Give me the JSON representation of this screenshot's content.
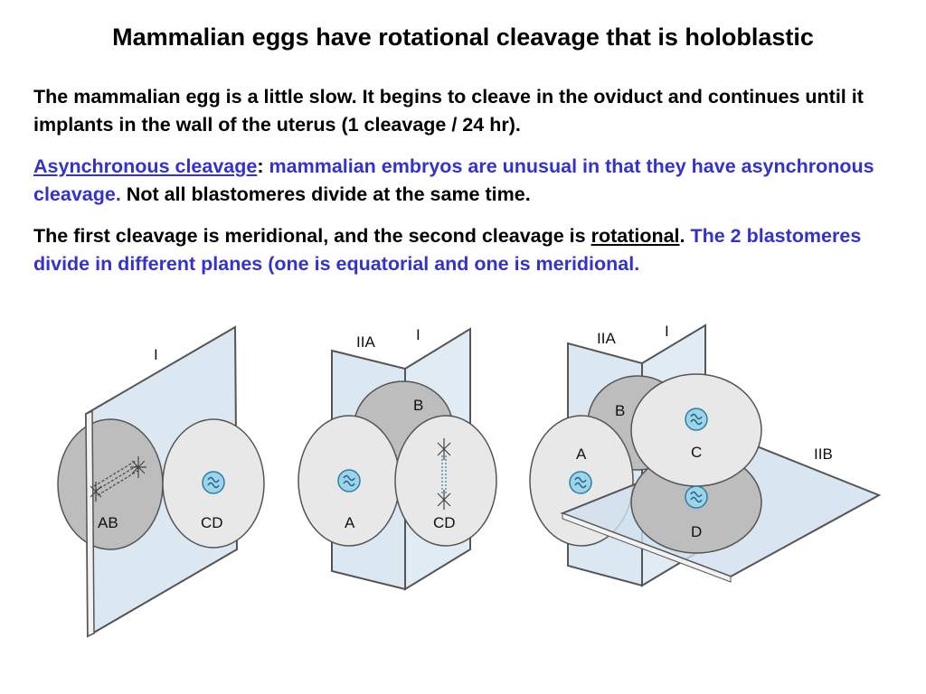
{
  "title": "Mammalian eggs have rotational cleavage that is holoblastic",
  "paragraph1": "The mammalian egg is a little slow. It begins to cleave in the oviduct and continues until it implants in the wall of the uterus (1 cleavage / 24 hr).",
  "paragraph2": {
    "term": "Asynchronous cleavage",
    "colon": ":",
    "blue_text": " mammalian embryos are unusual in that they have asynchronous cleavage.",
    "black_text": " Not all blastomeres divide at the same time."
  },
  "paragraph3": {
    "text_before": "The first cleavage is meridional, and the second cleavage is ",
    "term": "rotational",
    "period": ".",
    "blue_text": " The 2 blastomeres divide in different planes (one is equatorial and one is meridional."
  },
  "diagram": {
    "panel1": {
      "plane": "I",
      "cell_left": "AB",
      "cell_right": "CD"
    },
    "panel2": {
      "plane_a": "IIA",
      "plane_i": "I",
      "cell_top": "B",
      "cell_left": "A",
      "cell_right": "CD"
    },
    "panel3": {
      "plane_a": "IIA",
      "plane_i": "I",
      "plane_b": "IIB",
      "cell_b": "B",
      "cell_a": "A",
      "cell_c": "C",
      "cell_d": "D"
    }
  },
  "colors": {
    "plane_fill": "#cfe0ee",
    "plane_edge": "#555555",
    "cell_light": "#e8e8e8",
    "cell_dark": "#bdbdbd",
    "nucleus": "#9fd3ea",
    "accent_blue": "#3333cc"
  }
}
